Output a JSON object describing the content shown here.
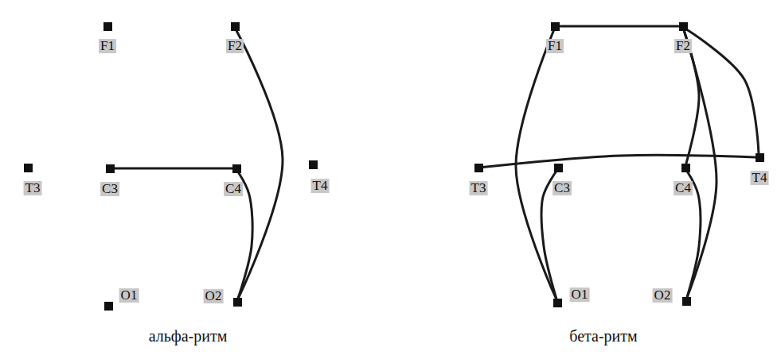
{
  "diagram": {
    "nodes": [
      {
        "text": [
          "альфа-ритм"
        ]
      },
      {
        "text": [
          "F1"
        ],
        "in": 0
      },
      {
        "text": [
          "F2"
        ],
        "in": 0
      },
      {
        "text": [
          "T3"
        ],
        "in": 0
      },
      {
        "text": [
          "C3"
        ],
        "in": 0
      },
      {
        "text": [
          "C4"
        ],
        "in": 0
      },
      {
        "text": [
          "T4"
        ],
        "in": 0
      },
      {
        "text": [
          "O1"
        ],
        "in": 0
      },
      {
        "text": [
          "O2"
        ],
        "in": 0
      },
      {
        "text": [
          "бета-ритм"
        ]
      },
      {
        "text": [
          "F1"
        ],
        "in": 9
      },
      {
        "text": [
          "F2"
        ],
        "in": 9
      },
      {
        "text": [
          "T3"
        ],
        "in": 9
      },
      {
        "text": [
          "C3"
        ],
        "in": 9
      },
      {
        "text": [
          "C4"
        ],
        "in": 9
      },
      {
        "text": [
          "T4"
        ],
        "in": 9
      },
      {
        "text": [
          "O1"
        ],
        "in": 9
      },
      {
        "text": [
          "O2"
        ],
        "in": 9
      }
    ],
    "edges": [
      {
        "from": 4,
        "to": 5,
        "arrow": "none"
      },
      {
        "from": 5,
        "to": 8,
        "arrow": "none"
      },
      {
        "from": 2,
        "to": 8,
        "arrow": "none"
      },
      {
        "from": 10,
        "to": 11,
        "arrow": "none"
      },
      {
        "from": 10,
        "to": 16,
        "arrow": "none"
      },
      {
        "from": 13,
        "to": 16,
        "arrow": "none"
      },
      {
        "from": 12,
        "to": 15,
        "arrow": "none"
      },
      {
        "from": 11,
        "to": 14,
        "arrow": "none"
      },
      {
        "from": 11,
        "to": 17,
        "arrow": "none"
      },
      {
        "from": 11,
        "to": 15,
        "arrow": "none"
      },
      {
        "from": 14,
        "to": 17,
        "arrow": "none"
      }
    ]
  }
}
